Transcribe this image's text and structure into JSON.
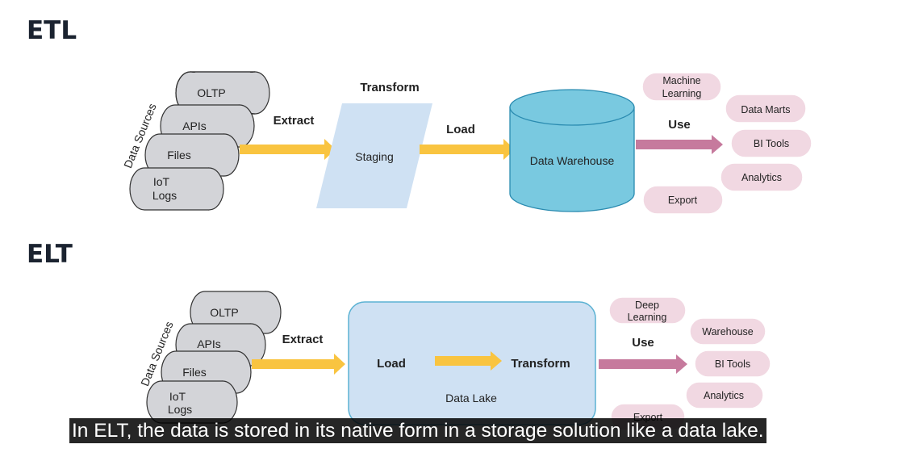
{
  "etl": {
    "heading": "ETL",
    "sources_label": "Data Sources",
    "sources": [
      "OLTP",
      "APIs",
      "Files",
      "IoT",
      "Logs"
    ],
    "extract": "Extract",
    "transform": "Transform",
    "staging": "Staging",
    "load": "Load",
    "warehouse": "Data Warehouse",
    "use": "Use",
    "consumers": {
      "machine_learning_1": "Machine",
      "machine_learning_2": "Learning",
      "data_marts": "Data Marts",
      "bi_tools": "BI Tools",
      "analytics": "Analytics",
      "export": "Export"
    }
  },
  "elt": {
    "heading": "ELT",
    "sources_label": "Data Sources",
    "sources": [
      "OLTP",
      "APIs",
      "Files",
      "IoT",
      "Logs"
    ],
    "extract": "Extract",
    "load": "Load",
    "transform": "Transform",
    "lake": "Data Lake",
    "use": "Use",
    "consumers": {
      "deep_learning_1": "Deep",
      "deep_learning_2": "Learning",
      "warehouse": "Warehouse",
      "bi_tools": "BI Tools",
      "analytics": "Analytics",
      "export": "Export"
    }
  },
  "caption": "In ELT, the data is stored in its native form in a storage solution like a data lake.",
  "colors": {
    "cylinder_fill": "#d3d4d8",
    "arrow_yellow": "#f9c440",
    "staging_fill": "#cfe1f3",
    "warehouse_fill": "#79c9e0",
    "arrow_pink": "#c67a9d",
    "pill_fill": "#f1d8e2",
    "lake_fill": "#cfe1f3"
  }
}
